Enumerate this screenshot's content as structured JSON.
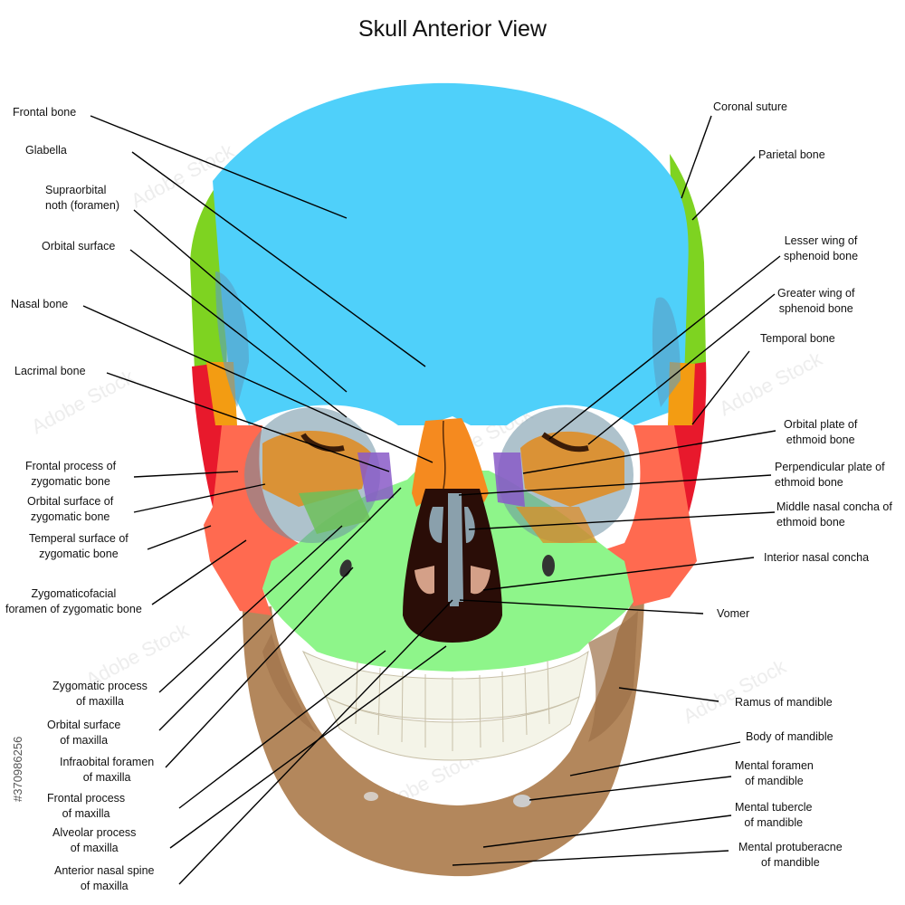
{
  "title": "Skull Anterior View",
  "watermark": "Adobe Stock",
  "stock_id": "#370986256",
  "colors": {
    "frontal": "#4fd0fa",
    "parietal": "#7ed321",
    "temporal": "#e8192c",
    "zygomatic": "#ff6a50",
    "sphenoid": "#f39c12",
    "maxilla": "#8ef58a",
    "nasal": "#f58a1f",
    "mandible": "#b3875c",
    "teeth": "#f4f4e8",
    "cavity": "#2a0d07"
  },
  "labels": {
    "frontal_bone": "Frontal bone",
    "glabella": "Glabella",
    "supraorbital": "Supraorbital\nnoth (foramen)",
    "orbital_surface": "Orbital surface",
    "nasal_bone": "Nasal bone",
    "lacrimal_bone": "Lacrimal bone",
    "frontal_process_zyg": "Frontal process of\nzygomatic bone",
    "orbital_surface_zyg": "Orbital surface of\nzygomatic bone",
    "temperal_surface_zyg": "Temperal surface of\nzygomatic bone",
    "zygomaticofacial": "Zygomaticofacial\nforamen of zygomatic bone",
    "zygomatic_process_max": "Zygomatic process\nof maxilla",
    "orbital_surface_max": "Orbital surface\nof maxilla",
    "infraorbital_foramen": "Infraobital foramen\nof maxilla",
    "frontal_process_max": "Frontal process\nof maxilla",
    "alveolar_process_max": "Alveolar process\nof maxilla",
    "anterior_nasal_spine": "Anterior nasal spine\nof maxilla",
    "coronal_suture": "Coronal suture",
    "parietal_bone": "Parietal bone",
    "lesser_wing": "Lesser wing of\nsphenoid bone",
    "greater_wing": "Greater wing of\nsphenoid bone",
    "temporal_bone": "Temporal bone",
    "orbital_plate_ethmoid": "Orbital plate of\nethmoid bone",
    "perpendicular_plate": "Perpendicular plate of\nethmoid bone",
    "middle_nasal_concha": "Middle nasal concha of\nethmoid bone",
    "interior_nasal_concha": "Interior nasal concha",
    "vomer": "Vomer",
    "ramus_mandible": "Ramus of mandible",
    "body_mandible": "Body of mandible",
    "mental_foramen": "Mental foramen\nof mandible",
    "mental_tubercle": "Mental tubercle\nof mandible",
    "mental_protuberance": "Mental protuberacne\nof mandible"
  }
}
